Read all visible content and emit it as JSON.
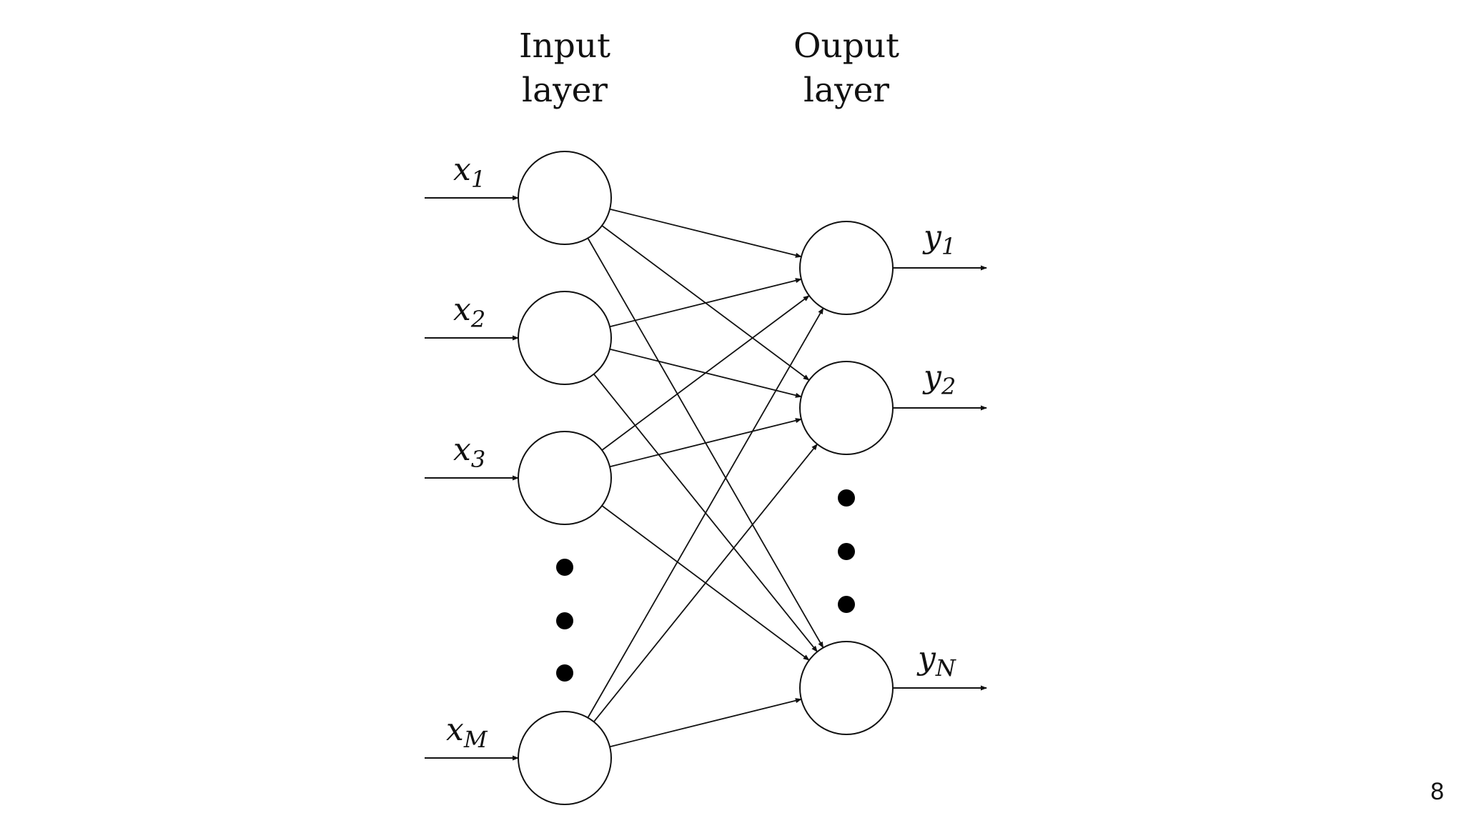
{
  "diagram": {
    "input_layer_title": [
      "Input",
      "layer"
    ],
    "output_layer_title": [
      "Ouput",
      "layer"
    ],
    "inputs": [
      {
        "base": "x",
        "sub": "1"
      },
      {
        "base": "x",
        "sub": "2"
      },
      {
        "base": "x",
        "sub": "3"
      },
      {
        "base": "x",
        "sub": "M"
      }
    ],
    "outputs": [
      {
        "base": "y",
        "sub": "1"
      },
      {
        "base": "y",
        "sub": "2"
      },
      {
        "base": "y",
        "sub": "N"
      }
    ]
  },
  "page": {
    "number": "8"
  }
}
